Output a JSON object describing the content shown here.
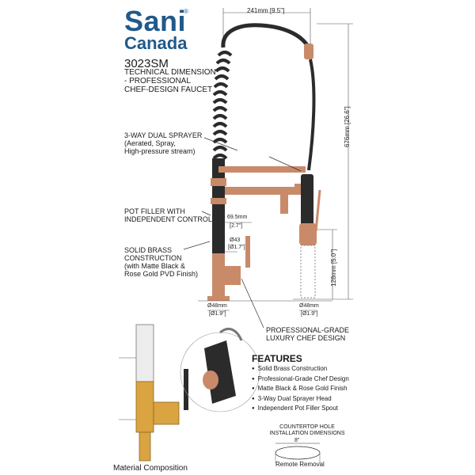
{
  "brand": {
    "line1": "Sani",
    "line2": "Canada",
    "reg": "®"
  },
  "product": {
    "model": "3023SM",
    "subtitle": "TECHNICAL DIMENSION\n- PROFESSIONAL\nCHEF-DESIGN FAUCET"
  },
  "callouts": {
    "sprayer": "3-WAY DUAL SPRAYER\n(Aerated, Spray,\nHigh-pressure stream)",
    "pot_filler": "POT FILLER WITH\nINDEPENDENT CONTROL",
    "brass": "SOLID BRASS\nCONSTRUCTION\n(with Matte Black &\nRose Gold PVD Finish)",
    "professional": "PROFESSIONAL-GRADE\nLUXURY CHEF DESIGN"
  },
  "dimensions": {
    "width_top": "241mm [9.5\"]",
    "height_total": "676mm [26.6\"]",
    "height_sprayer": "128mm [5.0\"]",
    "offset_mm": "69.5mm",
    "offset_in": "[2.7\"]",
    "diam_mm": "Ø43",
    "diam_in": "[Ø1.7\"]",
    "base_left_mm": "Ø48mm",
    "base_left_in": "[Ø1.9\"]",
    "base_right_mm": "Ø48mm",
    "base_right_in": "[Ø1.9\"]"
  },
  "features": {
    "title": "FEATURES",
    "items": [
      "Solid Brass Construction",
      "Professional-Grade Chef Design",
      "Matte Black & Rose Gold Finish",
      "3-Way Dual Sprayer Head",
      "Independent Pot Filler Spout"
    ]
  },
  "countertop": {
    "title": "COUNTERTOP HOLE\nINSTALLATION DIMENSIONS",
    "hole_size": "8\"",
    "removal": "Remote Removal"
  },
  "material_label": "Material Composition",
  "colors": {
    "brand_blue": "#1f5a8a",
    "rose_gold": "#c98a6a",
    "matte_black": "#2b2b2b",
    "brass": "#d9a441"
  }
}
